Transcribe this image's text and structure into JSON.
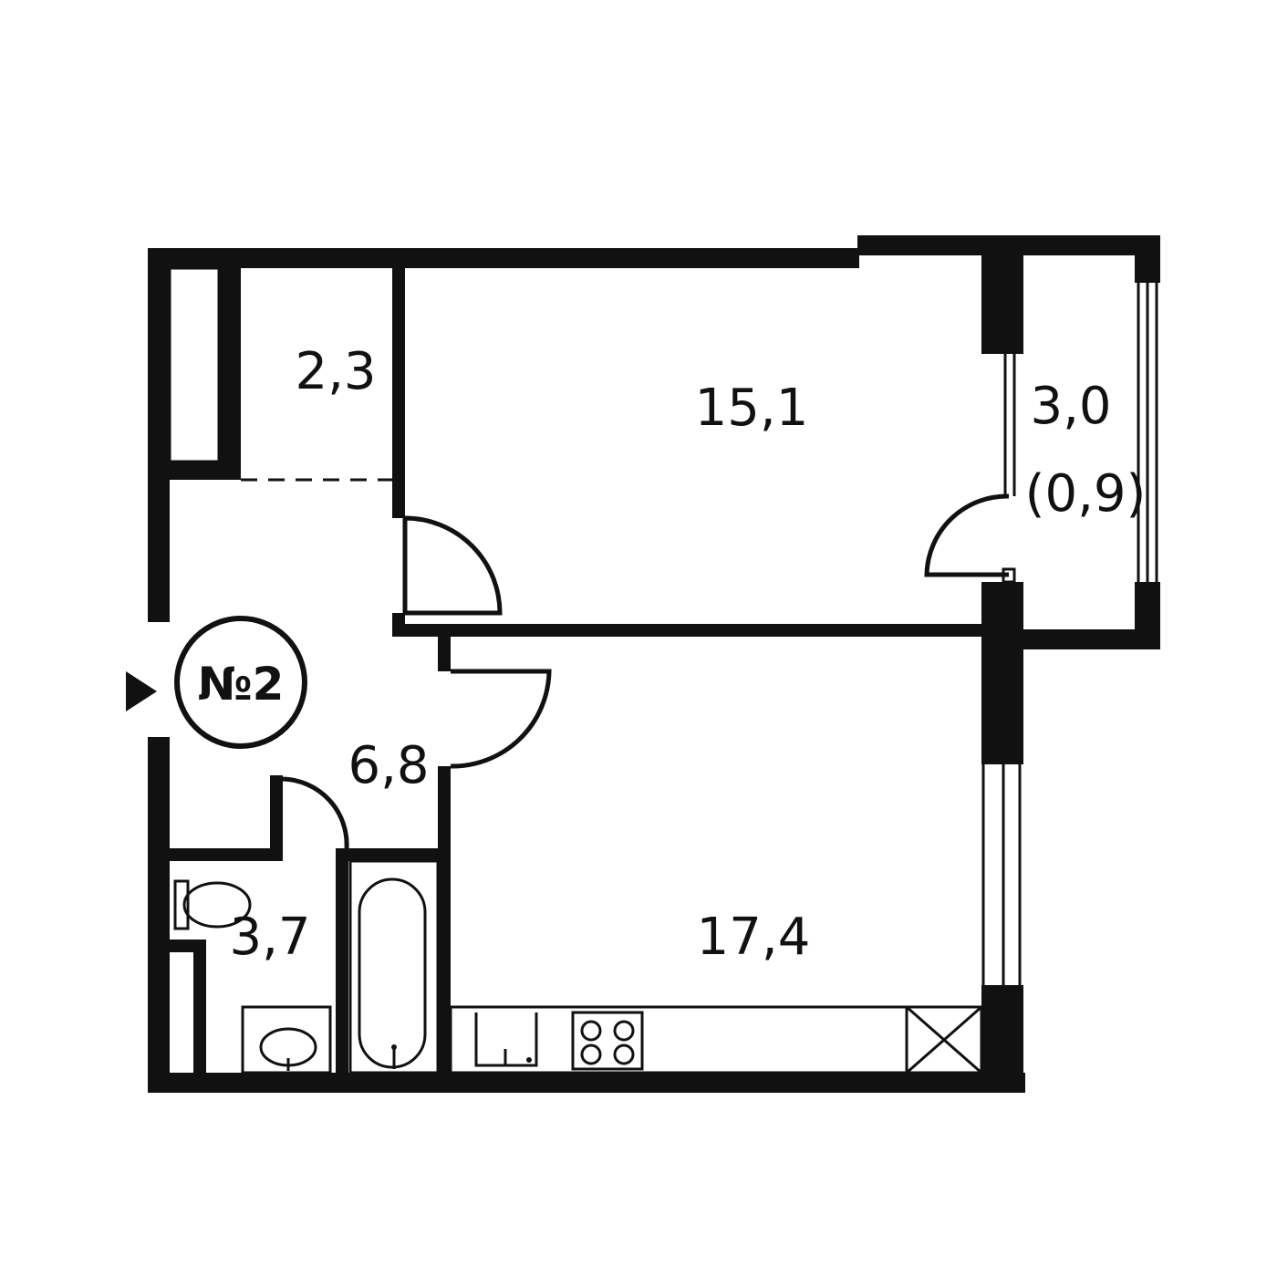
{
  "plan": {
    "apartment_number": "№2",
    "colors": {
      "wall": "#111111",
      "background": "#ffffff"
    },
    "rooms": [
      {
        "id": "storage",
        "area": "2,3"
      },
      {
        "id": "room-1",
        "area": "15,1"
      },
      {
        "id": "balcony",
        "area": "3,0",
        "area_reduced": "(0,9)"
      },
      {
        "id": "hallway",
        "area": "6,8"
      },
      {
        "id": "bathroom",
        "area": "3,7"
      },
      {
        "id": "kitchen-living",
        "area": "17,4"
      }
    ],
    "icons": [
      "entrance-arrow-icon",
      "toilet-icon",
      "sink-icon",
      "bathtub-icon",
      "kitchen-sink-icon",
      "stove-icon",
      "ventilation-shaft-icon"
    ]
  }
}
